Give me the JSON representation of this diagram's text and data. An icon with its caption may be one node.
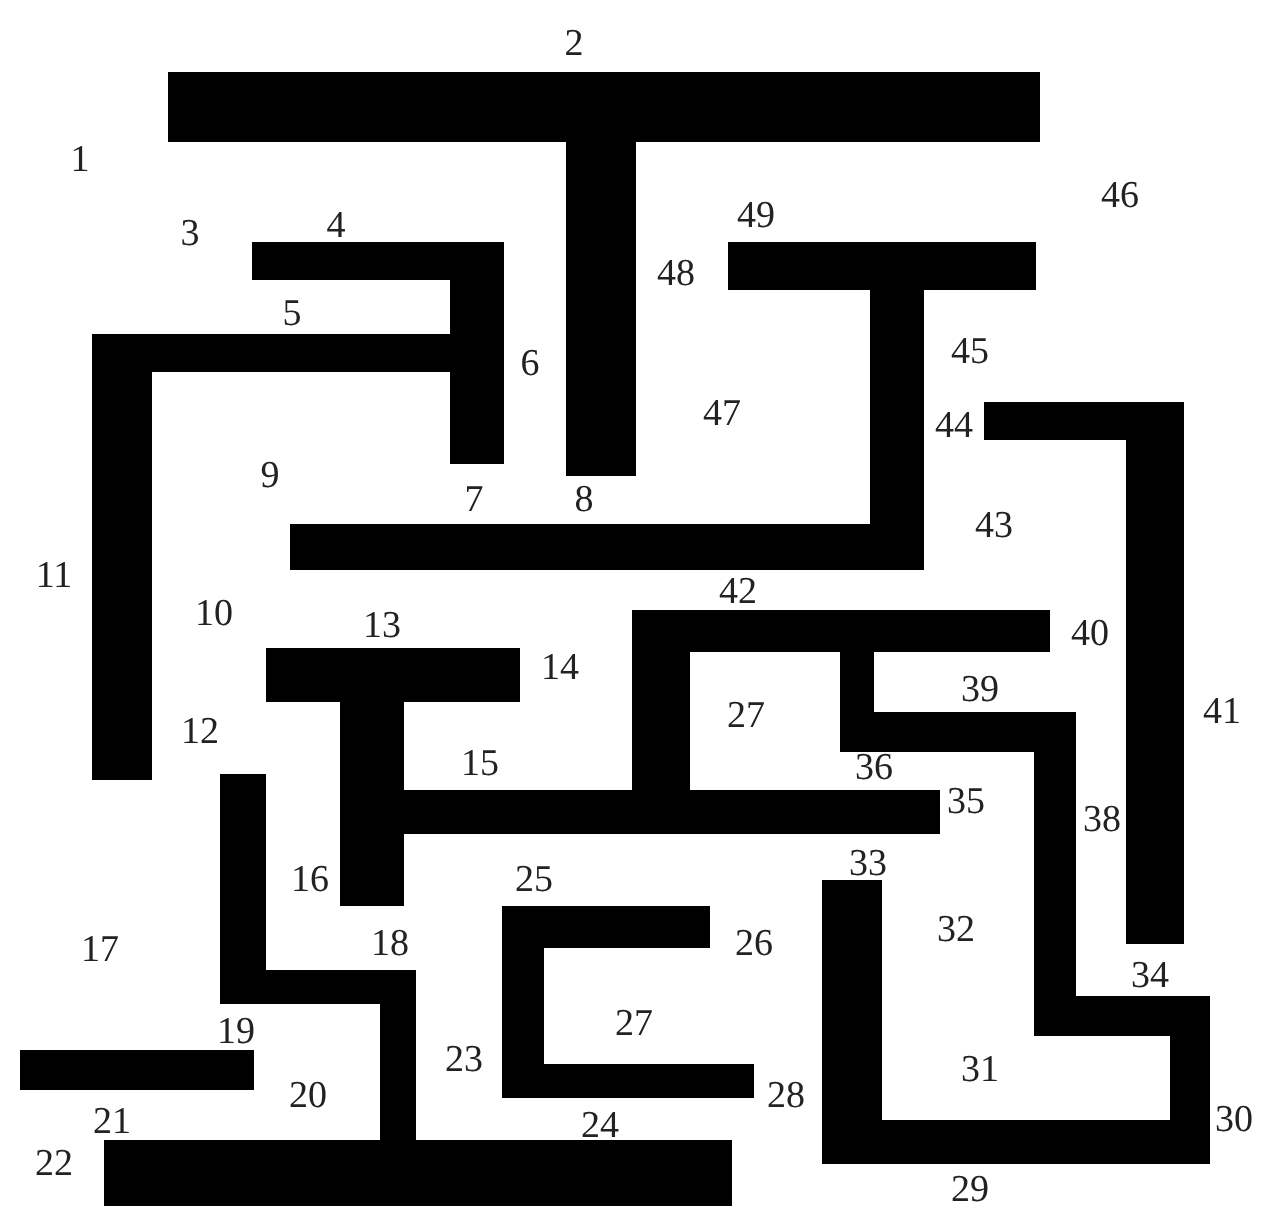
{
  "diagram": {
    "labels": [
      "2",
      "1",
      "46",
      "3",
      "4",
      "49",
      "48",
      "5",
      "6",
      "45",
      "47",
      "44",
      "9",
      "7",
      "8",
      "43",
      "11",
      "42",
      "10",
      "13",
      "40",
      "14",
      "39",
      "41",
      "27",
      "12",
      "15",
      "36",
      "35",
      "38",
      "16",
      "33",
      "25",
      "32",
      "26",
      "17",
      "18",
      "34",
      "27",
      "19",
      "23",
      "31",
      "20",
      "28",
      "30",
      "21",
      "24",
      "29",
      "22"
    ]
  }
}
